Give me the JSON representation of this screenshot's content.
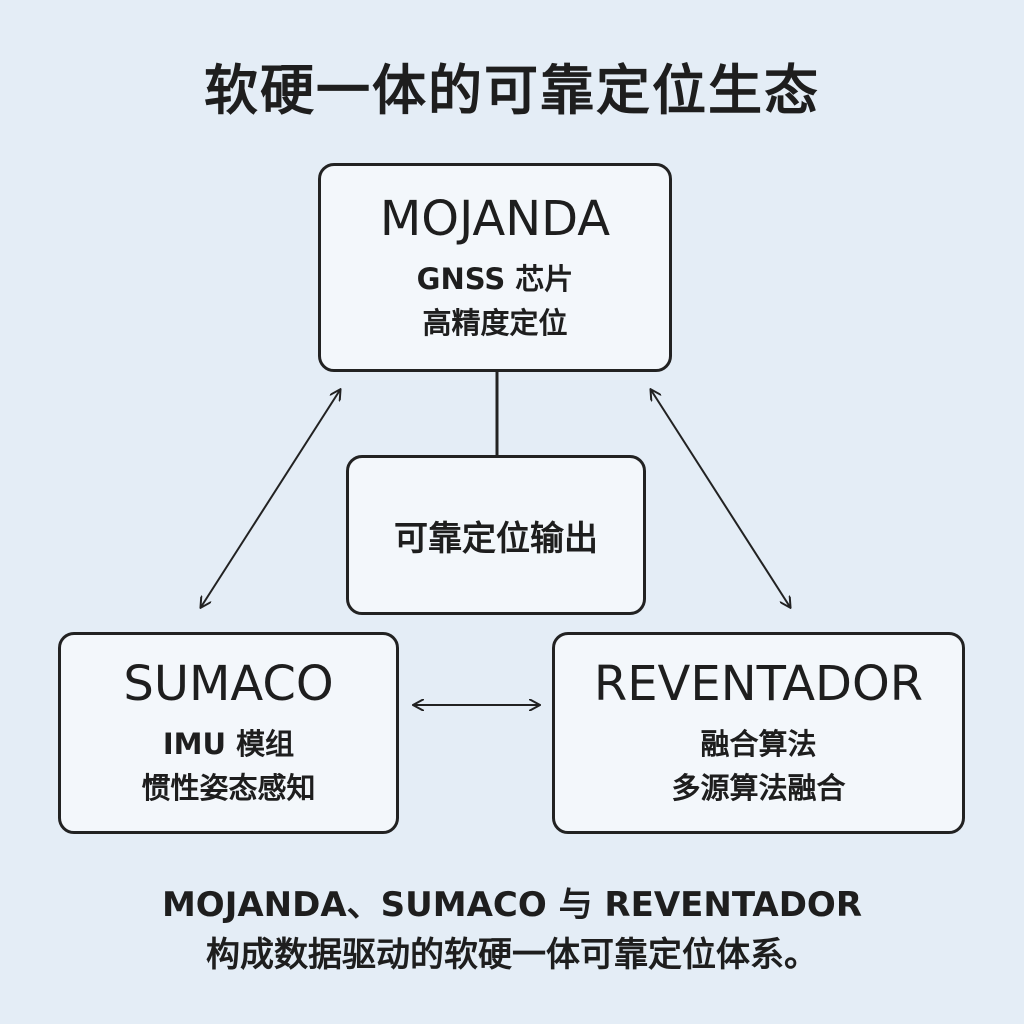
{
  "title": "软硬一体的可靠定位生态",
  "nodes": {
    "top": {
      "name": "MOJANDA",
      "line1": "GNSS 芯片",
      "line2": "高精度定位"
    },
    "left": {
      "name": "SUMACO",
      "line1": "IMU 模组",
      "line2": "惯性姿态感知"
    },
    "right": {
      "name": "REVENTADOR",
      "line1": "融合算法",
      "line2": "多源算法融合"
    },
    "center": {
      "label": "可靠定位输出"
    }
  },
  "footer": {
    "line1": "MOJANDA、SUMACO 与 REVENTADOR",
    "line2": "构成数据驱动的软硬一体可靠定位体系。"
  }
}
